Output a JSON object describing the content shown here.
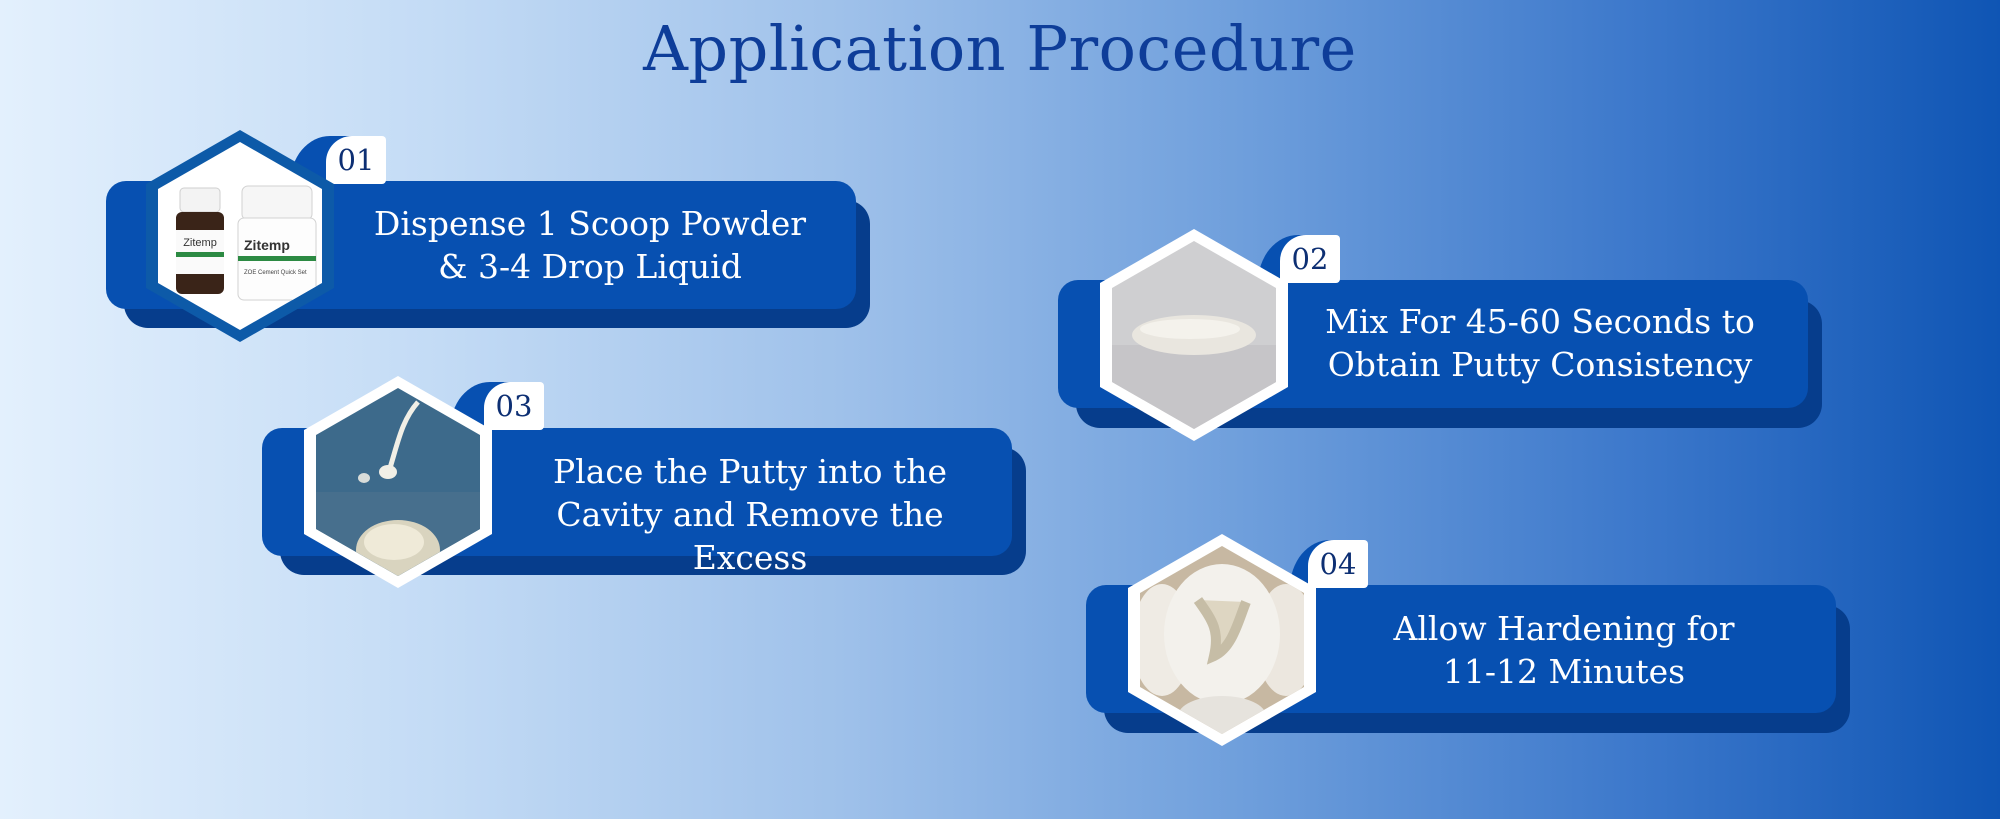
{
  "title": "Application Procedure",
  "steps": [
    {
      "number": "01",
      "line1": "Dispense 1 Scoop Powder",
      "line2": "& 3-4 Drop Liquid",
      "image": "powder-and-liquid-bottles",
      "bottle_brand": "Zitemp",
      "jar_brand": "Zitemp",
      "jar_subtitle": "ZOE Cement Quick Set"
    },
    {
      "number": "02",
      "line1": "Mix For 45-60 Seconds to",
      "line2": "Obtain Putty Consistency",
      "image": "mixed-putty-roll"
    },
    {
      "number": "03",
      "line1": "Place the Putty into the",
      "line2": "Cavity and Remove the Excess",
      "image": "putty-placement-in-cavity"
    },
    {
      "number": "04",
      "line1": "Allow Hardening for",
      "line2": "11-12 Minutes",
      "image": "restored-tooth"
    }
  ],
  "colors": {
    "card": "#0750b1",
    "card_shadow": "#063d8c",
    "title": "#0e3d99",
    "badge_text": "#0d2f73",
    "hex_border_step1": "#0d5aa8",
    "hex_border_other": "#ffffff"
  }
}
